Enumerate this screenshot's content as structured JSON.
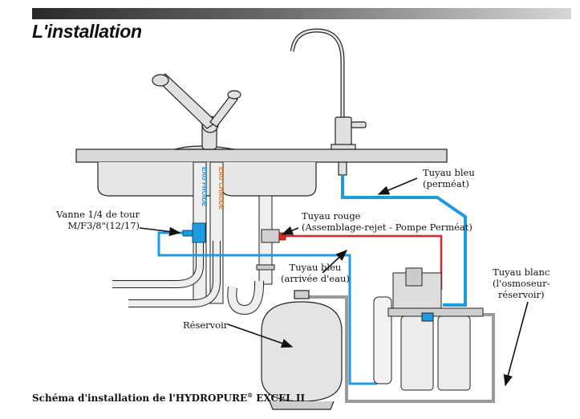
{
  "header": {
    "title": "L'installation"
  },
  "labels": {
    "tuyau_bleu_permeat": [
      "Tuyau bleu",
      "(perméat)"
    ],
    "tuyau_rouge": [
      "Tuyau rouge",
      "(Assemblage-rejet - Pompe Perméat)"
    ],
    "vanne": [
      "Vanne 1/4 de tour",
      "M/F3/8\"(12/17)"
    ],
    "tuyau_bleu_arrivee": [
      "Tuyau bleu",
      "(arrivée d'eau)"
    ],
    "tuyau_blanc": [
      "Tuyau blanc",
      "(l'osmoseur-",
      "réservoir)"
    ],
    "reservoir": "Réservoir",
    "eau_froide": "EAU FROIDE",
    "eau_chaude": "EAU CHAUDE"
  },
  "caption": {
    "prefix": "Schéma d'installation de l'HYDROPURE",
    "trademark": "®",
    "suffix": " EXCEL II"
  },
  "colors": {
    "blue_pipe": "#1e9ae0",
    "red_pipe": "#d8282a",
    "gray_pipe": "#9a9a9a",
    "cold_label": "#1e9ae0",
    "hot_label": "#e07a1e",
    "counter": "#d9d9d9"
  }
}
